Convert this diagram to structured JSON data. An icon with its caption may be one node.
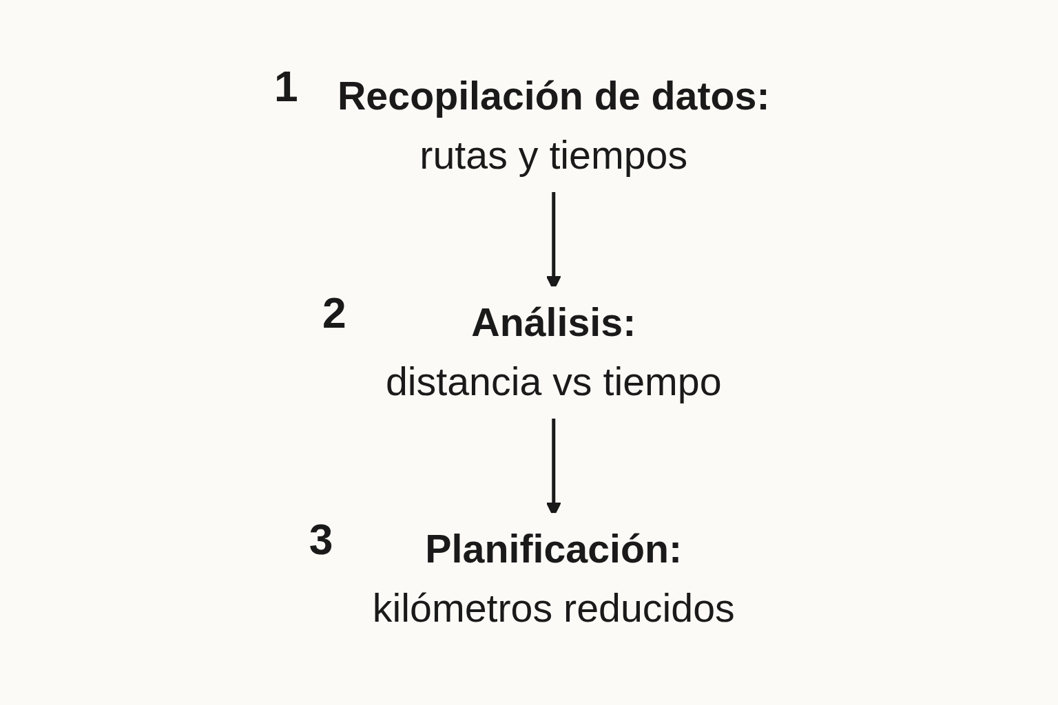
{
  "diagram": {
    "nodes": [
      {
        "text": [
          "Recopilación de datos:",
          "rutas y tiempos"
        ],
        "beside": [
          "1"
        ]
      },
      {
        "text": [
          "Análisis:",
          "distancia vs tiempo"
        ],
        "beside": [
          "2"
        ]
      },
      {
        "text": [
          "Planificación:",
          "kilómetros reducidos"
        ],
        "beside": [
          "3"
        ]
      }
    ],
    "edges": [
      {
        "from": 0,
        "to": 1,
        "arrow": "to"
      },
      {
        "from": 1,
        "to": 2,
        "arrow": "to"
      }
    ]
  }
}
